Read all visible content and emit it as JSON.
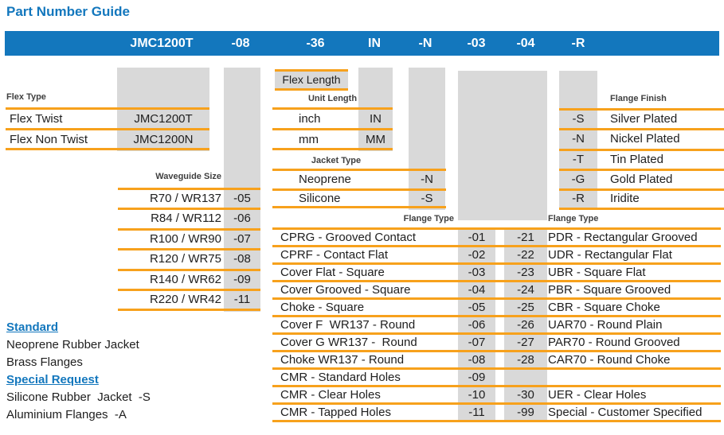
{
  "title": "Part Number Guide",
  "header": {
    "segments": [
      "JMC1200T",
      "-08",
      "-36",
      "IN",
      "-N",
      "-03",
      "-04",
      "-R"
    ]
  },
  "tables": {
    "flex_type": {
      "label": "Flex Type",
      "rows": [
        {
          "name": "Flex Twist",
          "code": "JMC1200T"
        },
        {
          "name": "Flex Non Twist",
          "code": "JMC1200N"
        }
      ]
    },
    "waveguide_size": {
      "label": "Waveguide Size",
      "rows": [
        {
          "name": "R70 / WR137",
          "code": "-05"
        },
        {
          "name": "R84 / WR112",
          "code": "-06"
        },
        {
          "name": "R100 / WR90",
          "code": "-07"
        },
        {
          "name": "R120 / WR75",
          "code": "-08"
        },
        {
          "name": "R140 / WR62",
          "code": "-09"
        },
        {
          "name": "R220 / WR42",
          "code": "-11"
        }
      ]
    },
    "flex_length": {
      "label": "Flex Length"
    },
    "unit_length": {
      "label": "Unit Length",
      "rows": [
        {
          "name": "inch",
          "code": "IN"
        },
        {
          "name": "mm",
          "code": "MM"
        }
      ]
    },
    "jacket_type": {
      "label": "Jacket Type",
      "rows": [
        {
          "name": "Neoprene",
          "code": "-N"
        },
        {
          "name": "Silicone",
          "code": "-S"
        }
      ]
    },
    "flange_finish": {
      "label": "Flange Finish",
      "rows": [
        {
          "code": "-S",
          "name": "Silver Plated"
        },
        {
          "code": "-N",
          "name": "Nickel Plated"
        },
        {
          "code": "-T",
          "name": "Tin Plated"
        },
        {
          "code": "-G",
          "name": "Gold Plated"
        },
        {
          "code": "-R",
          "name": "Iridite"
        }
      ]
    },
    "flange_type": {
      "label_left": "Flange Type",
      "label_right": "Flange Type",
      "rows": [
        {
          "desc": "CPRG - Grooved Contact",
          "code1": "-01",
          "code2": "-21",
          "desc2": "PDR - Rectangular Grooved"
        },
        {
          "desc": "CPRF - Contact Flat",
          "code1": "-02",
          "code2": "-22",
          "desc2": "UDR - Rectangular Flat"
        },
        {
          "desc": "Cover Flat - Square",
          "code1": "-03",
          "code2": "-23",
          "desc2": "UBR - Square Flat"
        },
        {
          "desc": "Cover Grooved - Square",
          "code1": "-04",
          "code2": "-24",
          "desc2": "PBR - Square Grooved"
        },
        {
          "desc": "Choke - Square",
          "code1": "-05",
          "code2": "-25",
          "desc2": "CBR - Square Choke"
        },
        {
          "desc": "Cover F  WR137 - Round",
          "code1": "-06",
          "code2": "-26",
          "desc2": "UAR70 - Round Plain"
        },
        {
          "desc": "Cover G WR137 -  Round",
          "code1": "-07",
          "code2": "-27",
          "desc2": "PAR70 - Round Grooved"
        },
        {
          "desc": "Choke WR137 - Round",
          "code1": "-08",
          "code2": "-28",
          "desc2": "CAR70 - Round Choke"
        },
        {
          "desc": "CMR - Standard Holes",
          "code1": "-09",
          "code2": "",
          "desc2": ""
        },
        {
          "desc": "CMR - Clear Holes",
          "code1": "-10",
          "code2": "-30",
          "desc2": "UER - Clear Holes"
        },
        {
          "desc": "CMR - Tapped Holes",
          "code1": "-11",
          "code2": "-99",
          "desc2": "Special - Customer Specified"
        }
      ]
    }
  },
  "notes": {
    "standard_title": "Standard",
    "standard_items": [
      "Neoprene Rubber Jacket",
      "Brass Flanges"
    ],
    "special_title": "Special Request",
    "special_items": [
      "Silicone Rubber  Jacket  -S",
      "Aluminium Flanges  -A"
    ]
  },
  "colors": {
    "header_blue": "#1377BD",
    "line_orange": "#F7A11C",
    "cell_gray": "#D9D9D9"
  }
}
